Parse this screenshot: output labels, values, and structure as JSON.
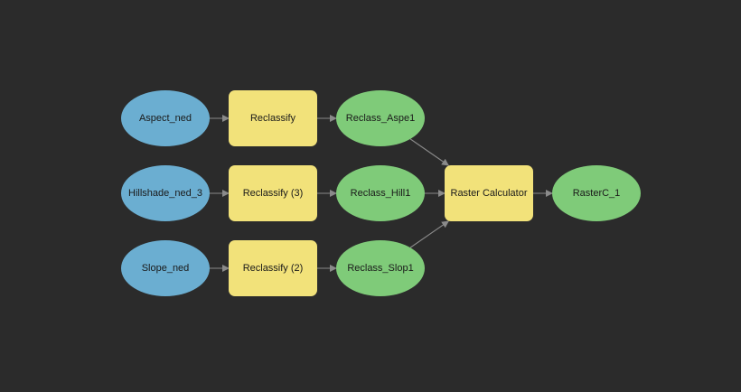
{
  "diagram": {
    "colors": {
      "background": "#2b2b2b",
      "input": "#6baed1",
      "tool": "#f2e27a",
      "output": "#7fcb79",
      "connector": "#8a8a8a"
    },
    "nodes": [
      {
        "id": "aspect-ned",
        "label": "Aspect_ned",
        "kind": "input"
      },
      {
        "id": "hillshade-ned-3",
        "label": "Hillshade_ned_3",
        "kind": "input"
      },
      {
        "id": "slope-ned",
        "label": "Slope_ned",
        "kind": "input"
      },
      {
        "id": "reclassify",
        "label": "Reclassify",
        "kind": "tool"
      },
      {
        "id": "reclassify-3",
        "label": "Reclassify (3)",
        "kind": "tool"
      },
      {
        "id": "reclassify-2",
        "label": "Reclassify (2)",
        "kind": "tool"
      },
      {
        "id": "reclass-aspe1",
        "label": "Reclass_Aspe1",
        "kind": "output"
      },
      {
        "id": "reclass-hill1",
        "label": "Reclass_Hill1",
        "kind": "output"
      },
      {
        "id": "reclass-slop1",
        "label": "Reclass_Slop1",
        "kind": "output"
      },
      {
        "id": "raster-calculator",
        "label": "Raster Calculator",
        "kind": "tool"
      },
      {
        "id": "rasterc-1",
        "label": "RasterC_1",
        "kind": "output"
      }
    ],
    "edges": [
      {
        "from": "aspect-ned",
        "to": "reclassify"
      },
      {
        "from": "reclassify",
        "to": "reclass-aspe1"
      },
      {
        "from": "hillshade-ned-3",
        "to": "reclassify-3"
      },
      {
        "from": "reclassify-3",
        "to": "reclass-hill1"
      },
      {
        "from": "slope-ned",
        "to": "reclassify-2"
      },
      {
        "from": "reclassify-2",
        "to": "reclass-slop1"
      },
      {
        "from": "reclass-aspe1",
        "to": "raster-calculator"
      },
      {
        "from": "reclass-hill1",
        "to": "raster-calculator"
      },
      {
        "from": "reclass-slop1",
        "to": "raster-calculator"
      },
      {
        "from": "raster-calculator",
        "to": "rasterc-1"
      }
    ]
  }
}
